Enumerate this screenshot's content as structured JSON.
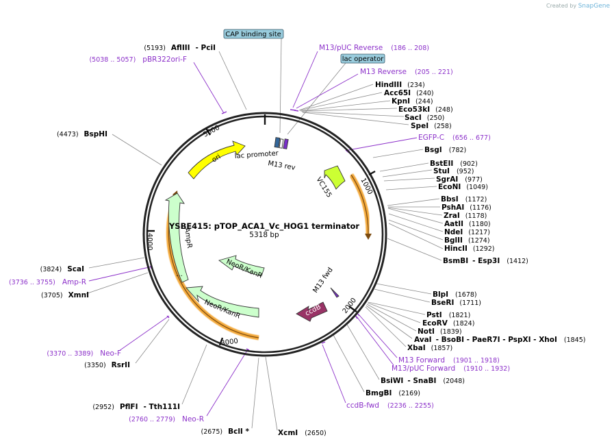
{
  "watermark": {
    "prefix": "Created by",
    "brand": "SnapGene"
  },
  "plasmid": {
    "name": "YSBE415: pTOP_ACA1_Vc_HOG1 terminator",
    "size": "5318 bp"
  },
  "ticks": [
    "1000",
    "2000",
    "3000",
    "4000",
    "5000"
  ],
  "boxed_features": [
    "CAP binding site",
    "lac operator"
  ],
  "features": {
    "lac_promoter": "lac promoter",
    "m13_rev": "M13 rev",
    "ori": "ori",
    "ampr": "AmpR",
    "neo1": "NeoR/KanR",
    "neo2": "NeoR/KanR",
    "vc155": "VC155",
    "m13_fwd": "M13 fwd",
    "ccdb": "ccdB"
  },
  "colors": {
    "ori": "#ffff00",
    "resistance": "#ccffcc",
    "vc155": "#ccff33",
    "ccdb": "#993366",
    "primer": "#8b2fc9",
    "promoter": "#336699",
    "boxed": "#99ccdd",
    "orange": "#f3a93b"
  },
  "sites_right": [
    {
      "name": "HindIII",
      "pos": "(234)"
    },
    {
      "name": "Acc65I",
      "pos": "(240)"
    },
    {
      "name": "KpnI",
      "pos": "(244)"
    },
    {
      "name": "Eco53kI",
      "pos": "(248)"
    },
    {
      "name": "SacI",
      "pos": "(250)"
    },
    {
      "name": "SpeI",
      "pos": "(258)"
    },
    {
      "name": "BsgI",
      "pos": "(782)"
    },
    {
      "name": "BstEII",
      "pos": "(902)"
    },
    {
      "name": "StuI",
      "pos": "(952)"
    },
    {
      "name": "SgrAI",
      "pos": "(977)"
    },
    {
      "name": "EcoNI",
      "pos": "(1049)"
    },
    {
      "name": "BbsI",
      "pos": "(1172)"
    },
    {
      "name": "PshAI",
      "pos": "(1176)"
    },
    {
      "name": "ZraI",
      "pos": "(1178)"
    },
    {
      "name": "AatII",
      "pos": "(1180)"
    },
    {
      "name": "NdeI",
      "pos": "(1217)"
    },
    {
      "name": "BglII",
      "pos": "(1274)"
    },
    {
      "name": "HincII",
      "pos": "(1292)"
    },
    {
      "name": "BsmBI",
      "name2": "- Esp3I",
      "pos": "(1412)"
    },
    {
      "name": "BlpI",
      "pos": "(1678)"
    },
    {
      "name": "BseRI",
      "pos": "(1711)"
    },
    {
      "name": "PstI",
      "pos": "(1821)"
    },
    {
      "name": "EcoRV",
      "pos": "(1824)"
    },
    {
      "name": "NotI",
      "pos": "(1839)"
    },
    {
      "name": "AvaI",
      "name2": "- BsoBI - PaeR7I - PspXI - XhoI",
      "pos": "(1845)"
    },
    {
      "name": "XbaI",
      "pos": "(1857)"
    },
    {
      "name": "BsiWI",
      "name2": "- SnaBI",
      "pos": "(2048)"
    },
    {
      "name": "BmgBI",
      "pos": "(2169)"
    },
    {
      "name": "XcmI",
      "pos": "(2650)"
    }
  ],
  "sites_left": [
    {
      "name": "AflIII",
      "name2": "- PciI",
      "pos": "(5193)"
    },
    {
      "name": "BspHI",
      "pos": "(4473)"
    },
    {
      "name": "ScaI",
      "pos": "(3824)"
    },
    {
      "name": "XmnI",
      "pos": "(3705)"
    },
    {
      "name": "RsrII",
      "pos": "(3350)"
    },
    {
      "name": "PflFI",
      "name2": "- Tth111I",
      "pos": "(2952)"
    },
    {
      "name": "BclI *",
      "pos": "(2675)"
    }
  ],
  "primers": [
    {
      "name": "M13/pUC Reverse",
      "pos": "(186 .. 208)"
    },
    {
      "name": "M13 Reverse",
      "pos": "(205 .. 221)"
    },
    {
      "name": "EGFP-C",
      "pos": "(656 .. 677)"
    },
    {
      "name": "M13 Forward",
      "pos": "(1901 .. 1918)"
    },
    {
      "name": "M13/pUC Forward",
      "pos": "(1910 .. 1932)"
    },
    {
      "name": "ccdB-fwd",
      "pos": "(2236 .. 2255)"
    },
    {
      "name": "pBR322ori-F",
      "pos": "(5038 .. 5057)"
    },
    {
      "name": "Amp-R",
      "pos": "(3736 .. 3755)"
    },
    {
      "name": "Neo-F",
      "pos": "(3370 .. 3389)"
    },
    {
      "name": "Neo-R",
      "pos": "(2760 .. 2779)"
    }
  ]
}
